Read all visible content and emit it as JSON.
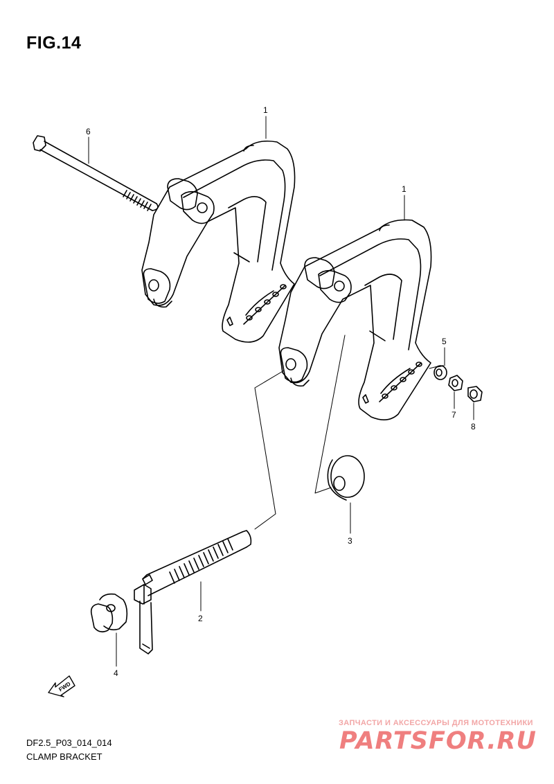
{
  "figure": {
    "title": "FIG.14",
    "code": "DF2.5_P03_014_014",
    "caption": "CLAMP BRACKET"
  },
  "callouts": [
    "1",
    "1",
    "2",
    "3",
    "4",
    "5",
    "6",
    "7",
    "8"
  ],
  "fwd_badge": "FWD",
  "watermark": {
    "line1": "ЗАПЧАСТИ И АКСЕССУАРЫ ДЛЯ МОТОТЕХНИКИ",
    "logo": "PARTSFOR.RU"
  },
  "colors": {
    "line": "#000000",
    "background": "#ffffff",
    "watermark": "#ef7f7f"
  }
}
